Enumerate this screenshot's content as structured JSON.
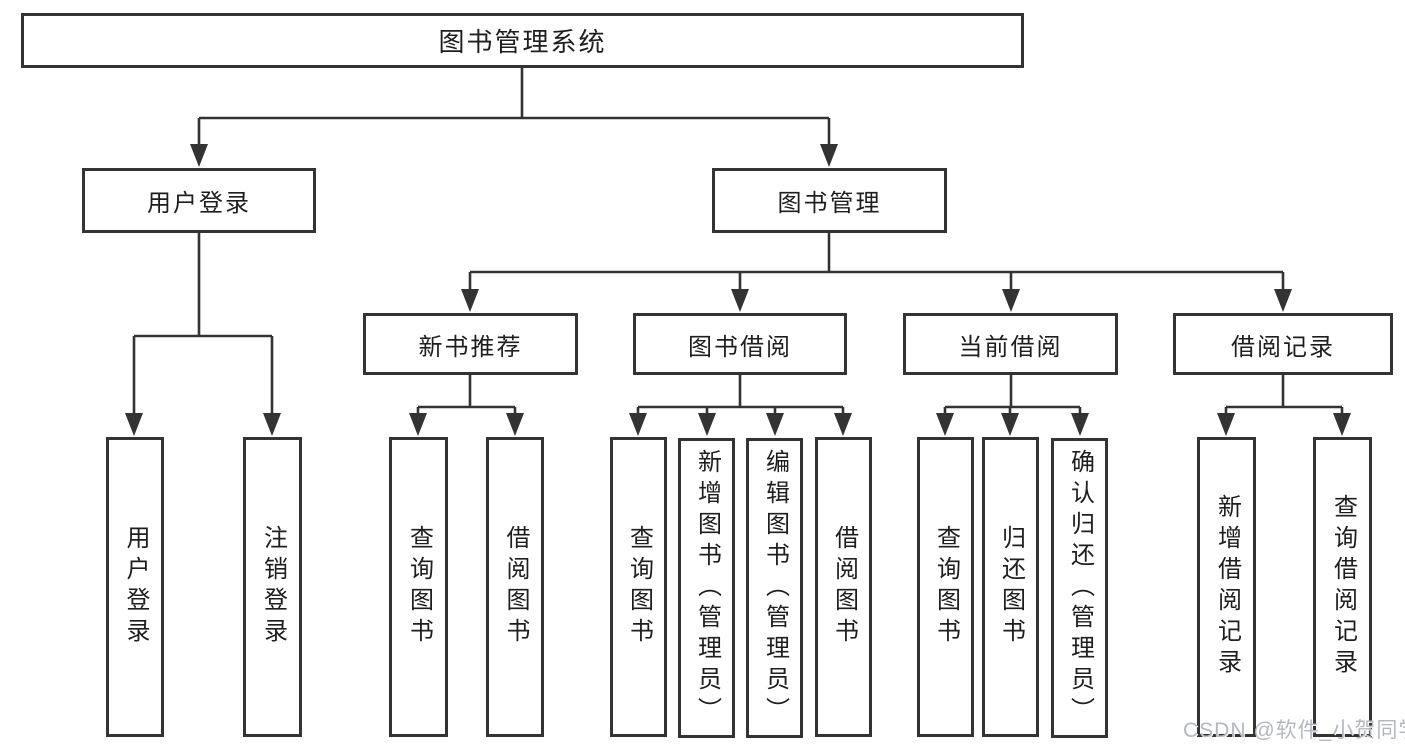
{
  "title": "图书管理系统",
  "level2": {
    "user_login": "用户登录",
    "book_management": "图书管理"
  },
  "level3": {
    "new_book": "新书推荐",
    "book_borrow": "图书借阅",
    "current_borrow": "当前借阅",
    "borrow_records": "借阅记录"
  },
  "leaves": {
    "user_login": [
      "用户登录",
      "注销登录"
    ],
    "new_book": [
      "查询图书",
      "借阅图书"
    ],
    "book_borrow": [
      "查询图书",
      "新增图书（管理员）",
      "编辑图书（管理员）",
      "借阅图书"
    ],
    "current_borrow": [
      "查询图书",
      "归还图书",
      "确认归还（管理员）"
    ],
    "borrow_records": [
      "新增借阅记录",
      "查询借阅记录"
    ]
  },
  "watermark": "CSDN @软件_小贺同学",
  "colors": {
    "line": "#333333",
    "text": "#1e1e1e",
    "watermark": "#b4b8c0",
    "background": "#ffffff"
  }
}
